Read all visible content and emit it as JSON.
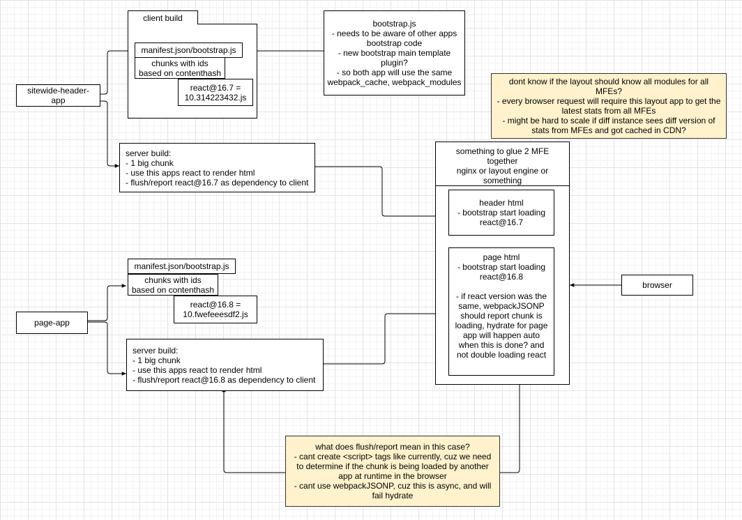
{
  "client_build": {
    "label": "client build",
    "manifest": "manifest.json/bootstrap.js",
    "chunks": "chunks with ids\nbased on contenthash",
    "react_file": "react@16.7 =\n10.314223432.js"
  },
  "sitewide_header_app": "sitewide-header-\napp",
  "bootstrap_note": "bootstrap.js\n- needs to be aware of other apps\nbootstrap code\n- new bootstrap main template\nplugin?\n- so both app will use the same\nwebpack_cache, webpack_modules",
  "layout_note": "dont know if the layout should know all modules for all\nMFEs?\n- every browser request will require this layout app to get the\nlatest stats from all MFEs\n- might be hard to scale if diff instance sees diff version of\nstats from MFEs and got cached in CDN?",
  "header_server_build": "server build:\n- 1 big chunk\n- use this apps react to render html\n- flush/report react@16.7 as dependency to client",
  "glue": {
    "title": "something to glue 2 MFE\ntogether\nnginx or layout engine or\nsomething",
    "header_html": "header html\n- bootstrap start loading\nreact@16.7",
    "page_html": "page html\n- bootstrap start loading\nreact@16.8\n\n- if react version was the\nsame, webpackJSONP\nshould report chunk is\nloading, hydrate for page\napp will happen auto\nwhen this is done? and\nnot double loading react"
  },
  "page_app": {
    "label": "page-app",
    "manifest": "manifest.json/bootstrap.js",
    "chunks": "chunks with ids\nbased on contenthash",
    "react_file": "react@16.8 =\n10.fwefeeesdf2.js",
    "server_build": "server build:\n- 1 big chunk\n- use this apps react to render html\n- flush/report react@16.8 as dependency to client"
  },
  "browser": "browser",
  "flush_note": "what does flush/report mean in this case?\n- cant create <script> tags like currently, cuz we need\nto determine if the chunk is being loaded by another\napp at runtime in the browser\n- cant use webpackJSONP, cuz this is async, and will\nfail hydrate"
}
